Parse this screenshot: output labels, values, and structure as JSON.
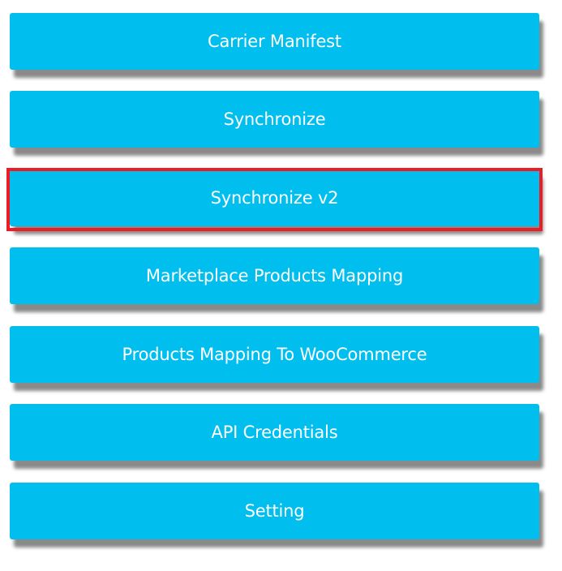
{
  "menu": {
    "items": [
      {
        "label": "Carrier Manifest"
      },
      {
        "label": "Synchronize"
      },
      {
        "label": "Synchronize v2"
      },
      {
        "label": "Marketplace Products Mapping"
      },
      {
        "label": "Products Mapping To WooCommerce"
      },
      {
        "label": "API Credentials"
      },
      {
        "label": "Setting"
      }
    ],
    "highlighted_index": 2
  },
  "colors": {
    "button": "#00BFEF",
    "highlight": "#ED1C24",
    "text": "#FFFFFF"
  }
}
